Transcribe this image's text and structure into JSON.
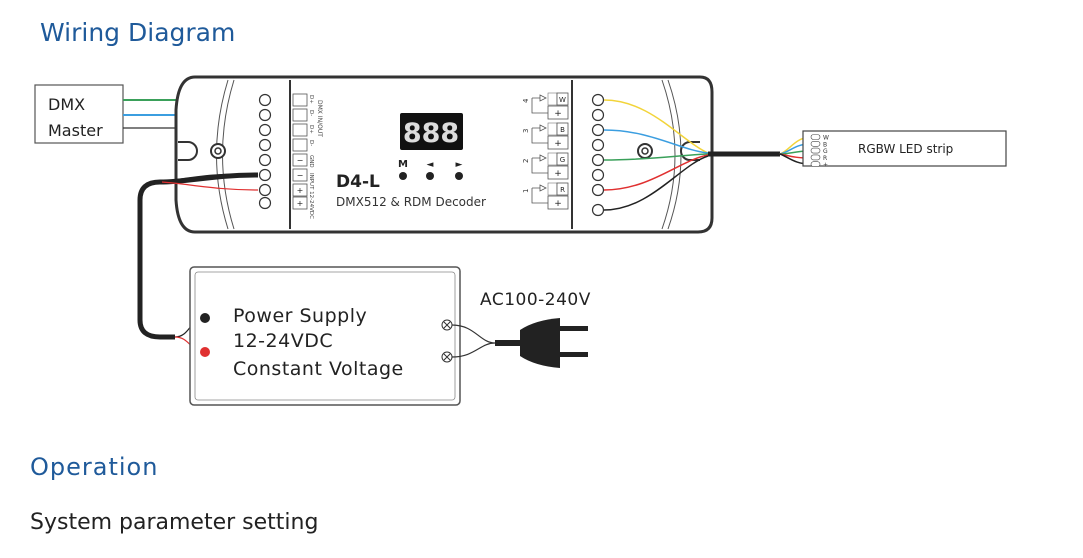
{
  "title": "Wiring Diagram",
  "dmx_master": {
    "line1": "DMX",
    "line2": "Master"
  },
  "device": {
    "model": "D4-L",
    "subtitle": "DMX512 & RDM Decoder",
    "display": "888",
    "buttons": [
      "M",
      "◄",
      "►"
    ],
    "input_labels": [
      "D+",
      "D-",
      "D+",
      "D-",
      "GND",
      "INPUT 12-24VDC"
    ],
    "dmx_label": "DMX IN/OUT",
    "input_terminals": [
      "",
      "",
      "",
      "",
      "−",
      "−",
      "+",
      "+"
    ],
    "output_channels": [
      {
        "num": "4",
        "color": "W"
      },
      {
        "num": "3",
        "color": "B"
      },
      {
        "num": "2",
        "color": "G"
      },
      {
        "num": "1",
        "color": "R"
      }
    ],
    "output_plus": "+"
  },
  "led_strip": {
    "label": "RGBW LED strip",
    "pins": [
      "W",
      "B",
      "G",
      "R",
      "+"
    ]
  },
  "power_supply": {
    "line1": "Power Supply",
    "line2": "12-24VDC",
    "line3": "Constant Voltage"
  },
  "ac_label": "AC100-240V",
  "wire_colors": {
    "green": "#3aa05a",
    "blue": "#3b9ee0",
    "yellow": "#f2d43a",
    "red": "#e03030",
    "black": "#222222"
  },
  "operation": {
    "heading": "Operation",
    "subheading": "System parameter setting"
  }
}
